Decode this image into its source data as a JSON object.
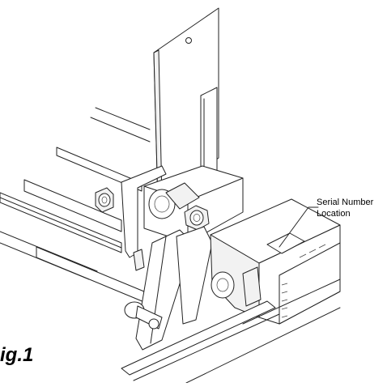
{
  "callout": {
    "line1": "Serial Number",
    "line2": "Location"
  },
  "figure_label": "ig.1",
  "colors": {
    "line": "#222222",
    "background": "#ffffff"
  }
}
